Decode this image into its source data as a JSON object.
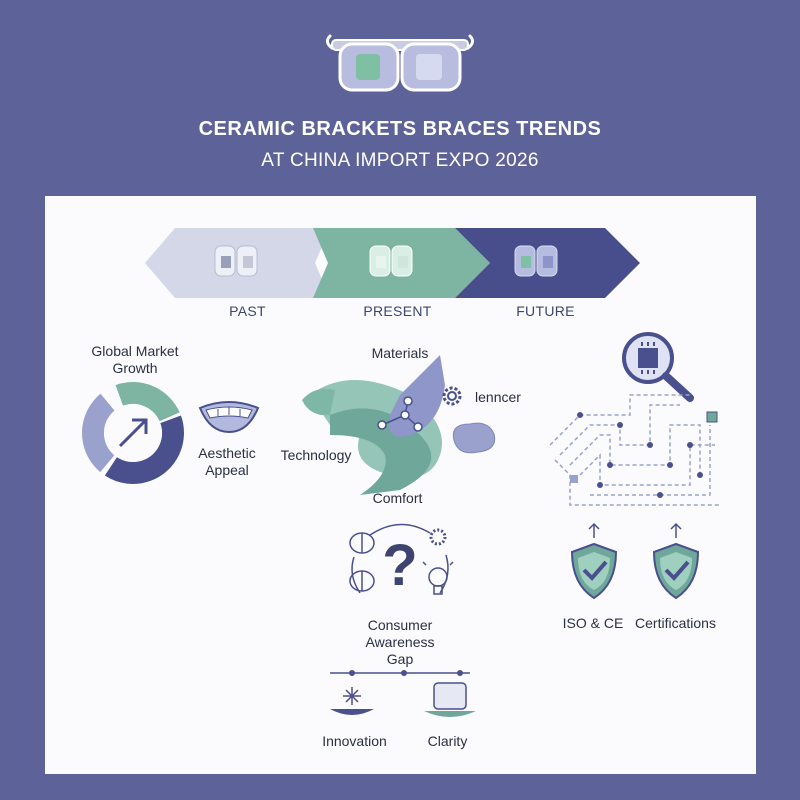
{
  "header": {
    "title": "CERAMIC BRACKETS BRACES TRENDS",
    "subtitle": "AT CHINA IMPORT EXPO 2026"
  },
  "timeline": {
    "stages": [
      {
        "label": "PAST",
        "color": "#cfd3e6"
      },
      {
        "label": "PRESENT",
        "color": "#7fb6a3"
      },
      {
        "label": "FUTURE",
        "color": "#464c8a"
      }
    ]
  },
  "market": {
    "label_line1": "Global Market",
    "label_line2": "Growth",
    "aesthetic_line1": "Aesthetic",
    "aesthetic_line2": "Appeal"
  },
  "ribbon": {
    "materials": "Materials",
    "enhancer": "lenncer",
    "technology": "Technology",
    "comfort": "Comfort"
  },
  "awareness": {
    "line1": "Consumer",
    "line2": "Awareness",
    "line3": "Gap"
  },
  "certifications": {
    "iso": "ISO & CE",
    "certs": "Certifications"
  },
  "bottom": {
    "innovation": "Innovation",
    "clarity": "Clarity"
  },
  "colors": {
    "background": "#5d6399",
    "navy": "#464c8a",
    "teal": "#6fb29e",
    "lavender": "#9aa1cc",
    "panel": "#fbfbfd"
  },
  "icons": [
    "braces-icon",
    "donut-growth-icon",
    "smile-icon",
    "ribbon-icon",
    "gear-icon",
    "question-icon",
    "brain-icon",
    "lightbulb-icon",
    "magnifier-chip-icon",
    "circuit-maze-icon",
    "shield-check-icon",
    "sparkle-icon",
    "display-icon"
  ]
}
